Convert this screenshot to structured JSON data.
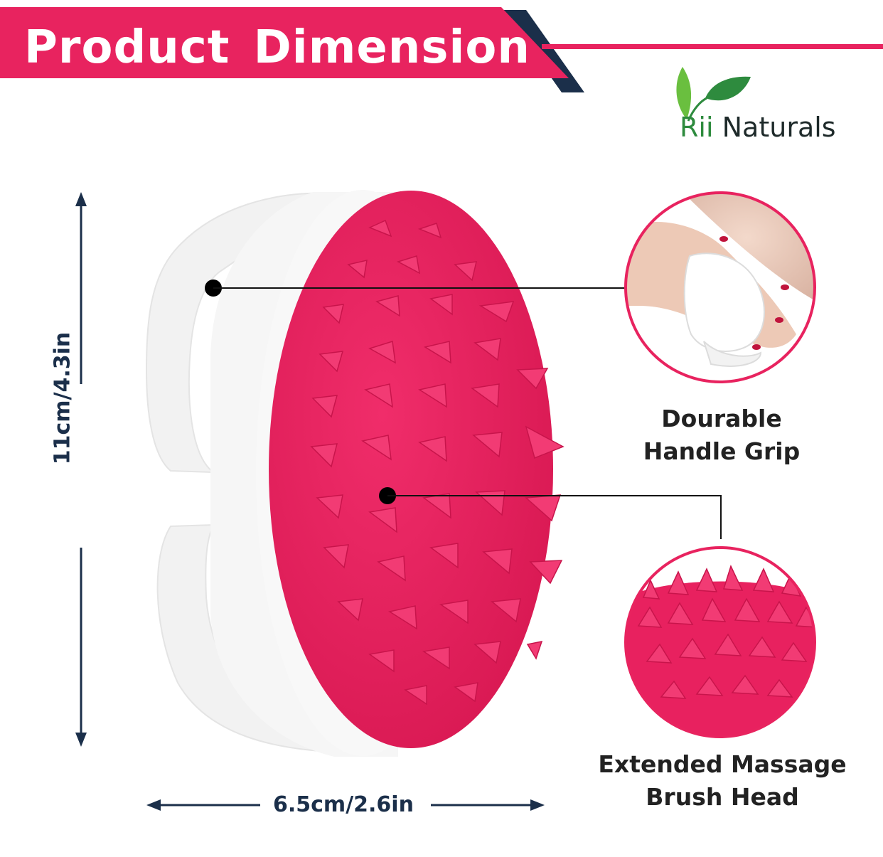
{
  "header": {
    "title": "Product  Dimension",
    "banner_color": "#e8235f",
    "accent_color": "#1b2f4a"
  },
  "brand": {
    "prefix": "Rii",
    "name": "Naturals",
    "leaf_colors": [
      "#6abf3f",
      "#2e8b3e"
    ]
  },
  "dimensions": {
    "height": "11cm/4.3in",
    "width": "6.5cm/2.6in"
  },
  "callouts": [
    {
      "line1": "Dourable",
      "line2": "Handle Grip"
    },
    {
      "line1": "Extended Massage",
      "line2": "Brush Head"
    }
  ],
  "product": {
    "brush_color": "#e8215f",
    "handle_color": "#f4f4f4"
  }
}
